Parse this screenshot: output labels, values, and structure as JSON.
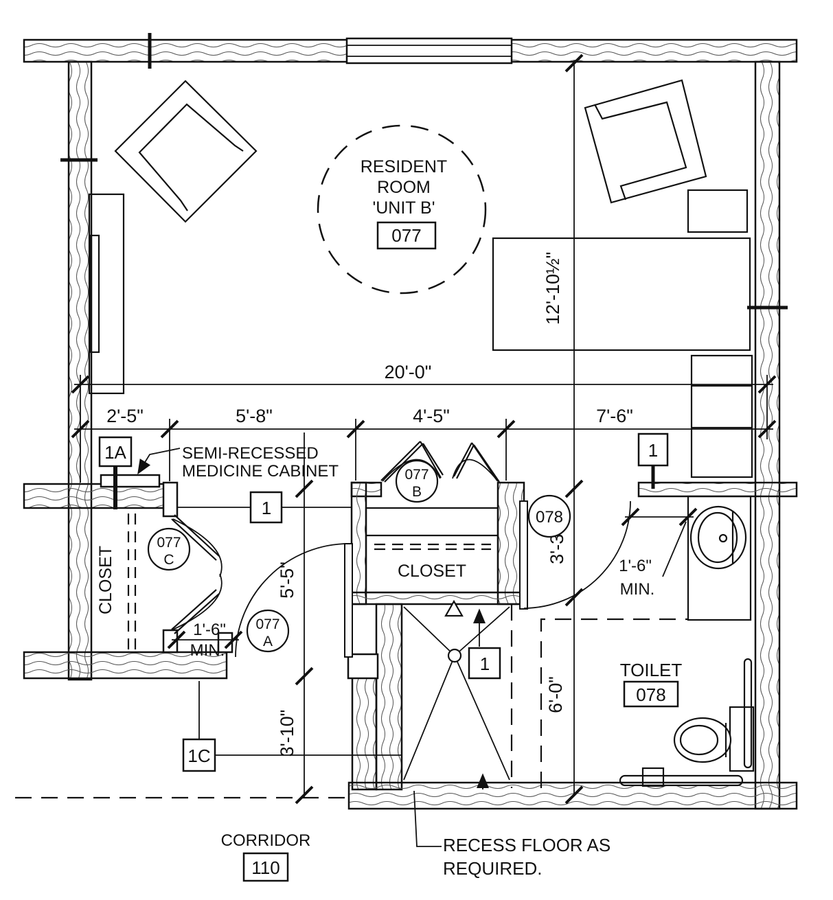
{
  "plan": {
    "room": {
      "line1": "RESIDENT",
      "line2": "ROOM",
      "line3": "'UNIT B'",
      "number": "077"
    },
    "toilet": {
      "label": "TOILET",
      "number": "078"
    },
    "corridor": {
      "label": "CORRIDOR",
      "number": "110"
    },
    "closet_left": "CLOSET",
    "closet_center": "CLOSET",
    "notes": {
      "cabinet1": "SEMI-RECESSED",
      "cabinet2": "MEDICINE CABINET",
      "recess1": "RECESS FLOOR AS",
      "recess2": "REQUIRED."
    },
    "dims": {
      "overall": "20'-0\"",
      "seg_1": "2'-5\"",
      "seg_2": "5'-8\"",
      "seg_3": "4'-5\"",
      "seg_4": "7'-6\"",
      "depth": "12'-10½\"",
      "bath_entry": "3'-3\"",
      "bath_clear": "6'-0\"",
      "door_clear": "5'-5\"",
      "entry": "3'-10\"",
      "min_value": "1'-6\"",
      "min_label": "MIN."
    },
    "tags": {
      "num": "077",
      "a": "A",
      "b": "B",
      "c": "C",
      "bath": "078"
    },
    "keynotes": {
      "cabinet": "1A",
      "corridor_door": "1C",
      "one": "1"
    }
  }
}
